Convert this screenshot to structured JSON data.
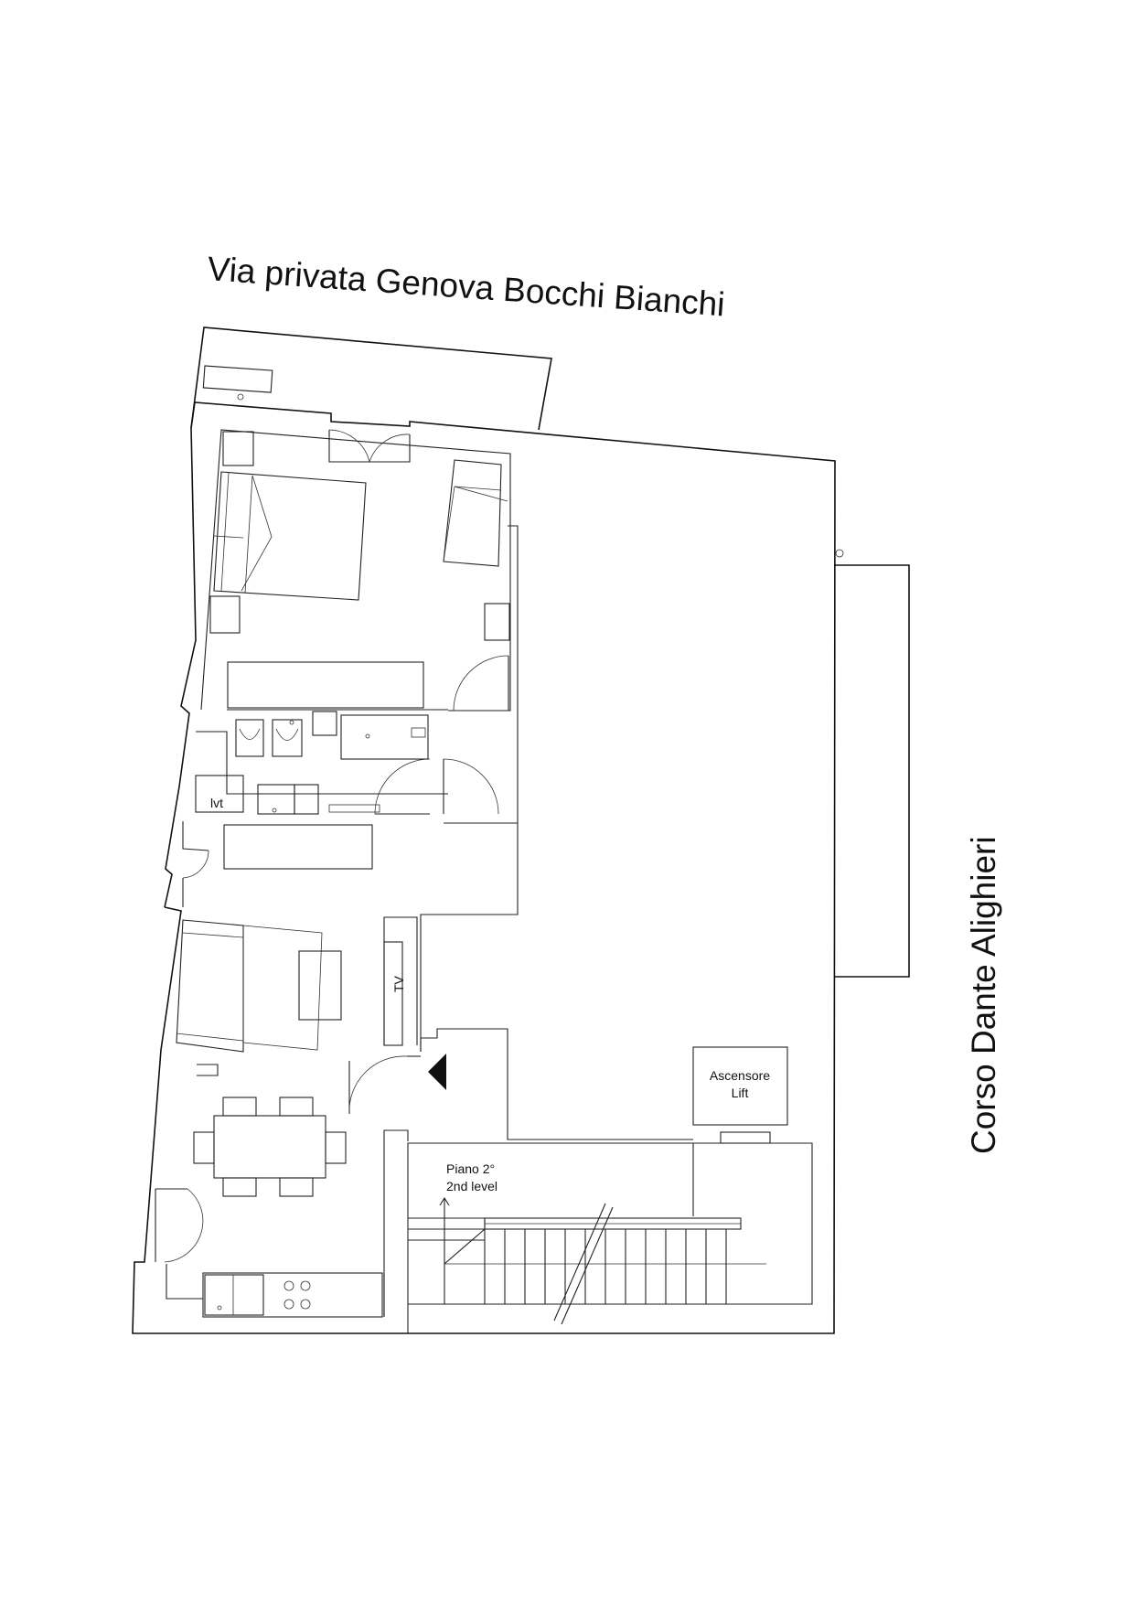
{
  "street_north": "Via privata Genova Bocchi Bianchi",
  "street_east": "Corso Dante Alighieri",
  "labels": {
    "laundry": "lvt",
    "tv": "TV",
    "lift_it": "Ascensore",
    "lift_en": "Lift",
    "level_it": "Piano 2°",
    "level_en": "2nd level"
  }
}
